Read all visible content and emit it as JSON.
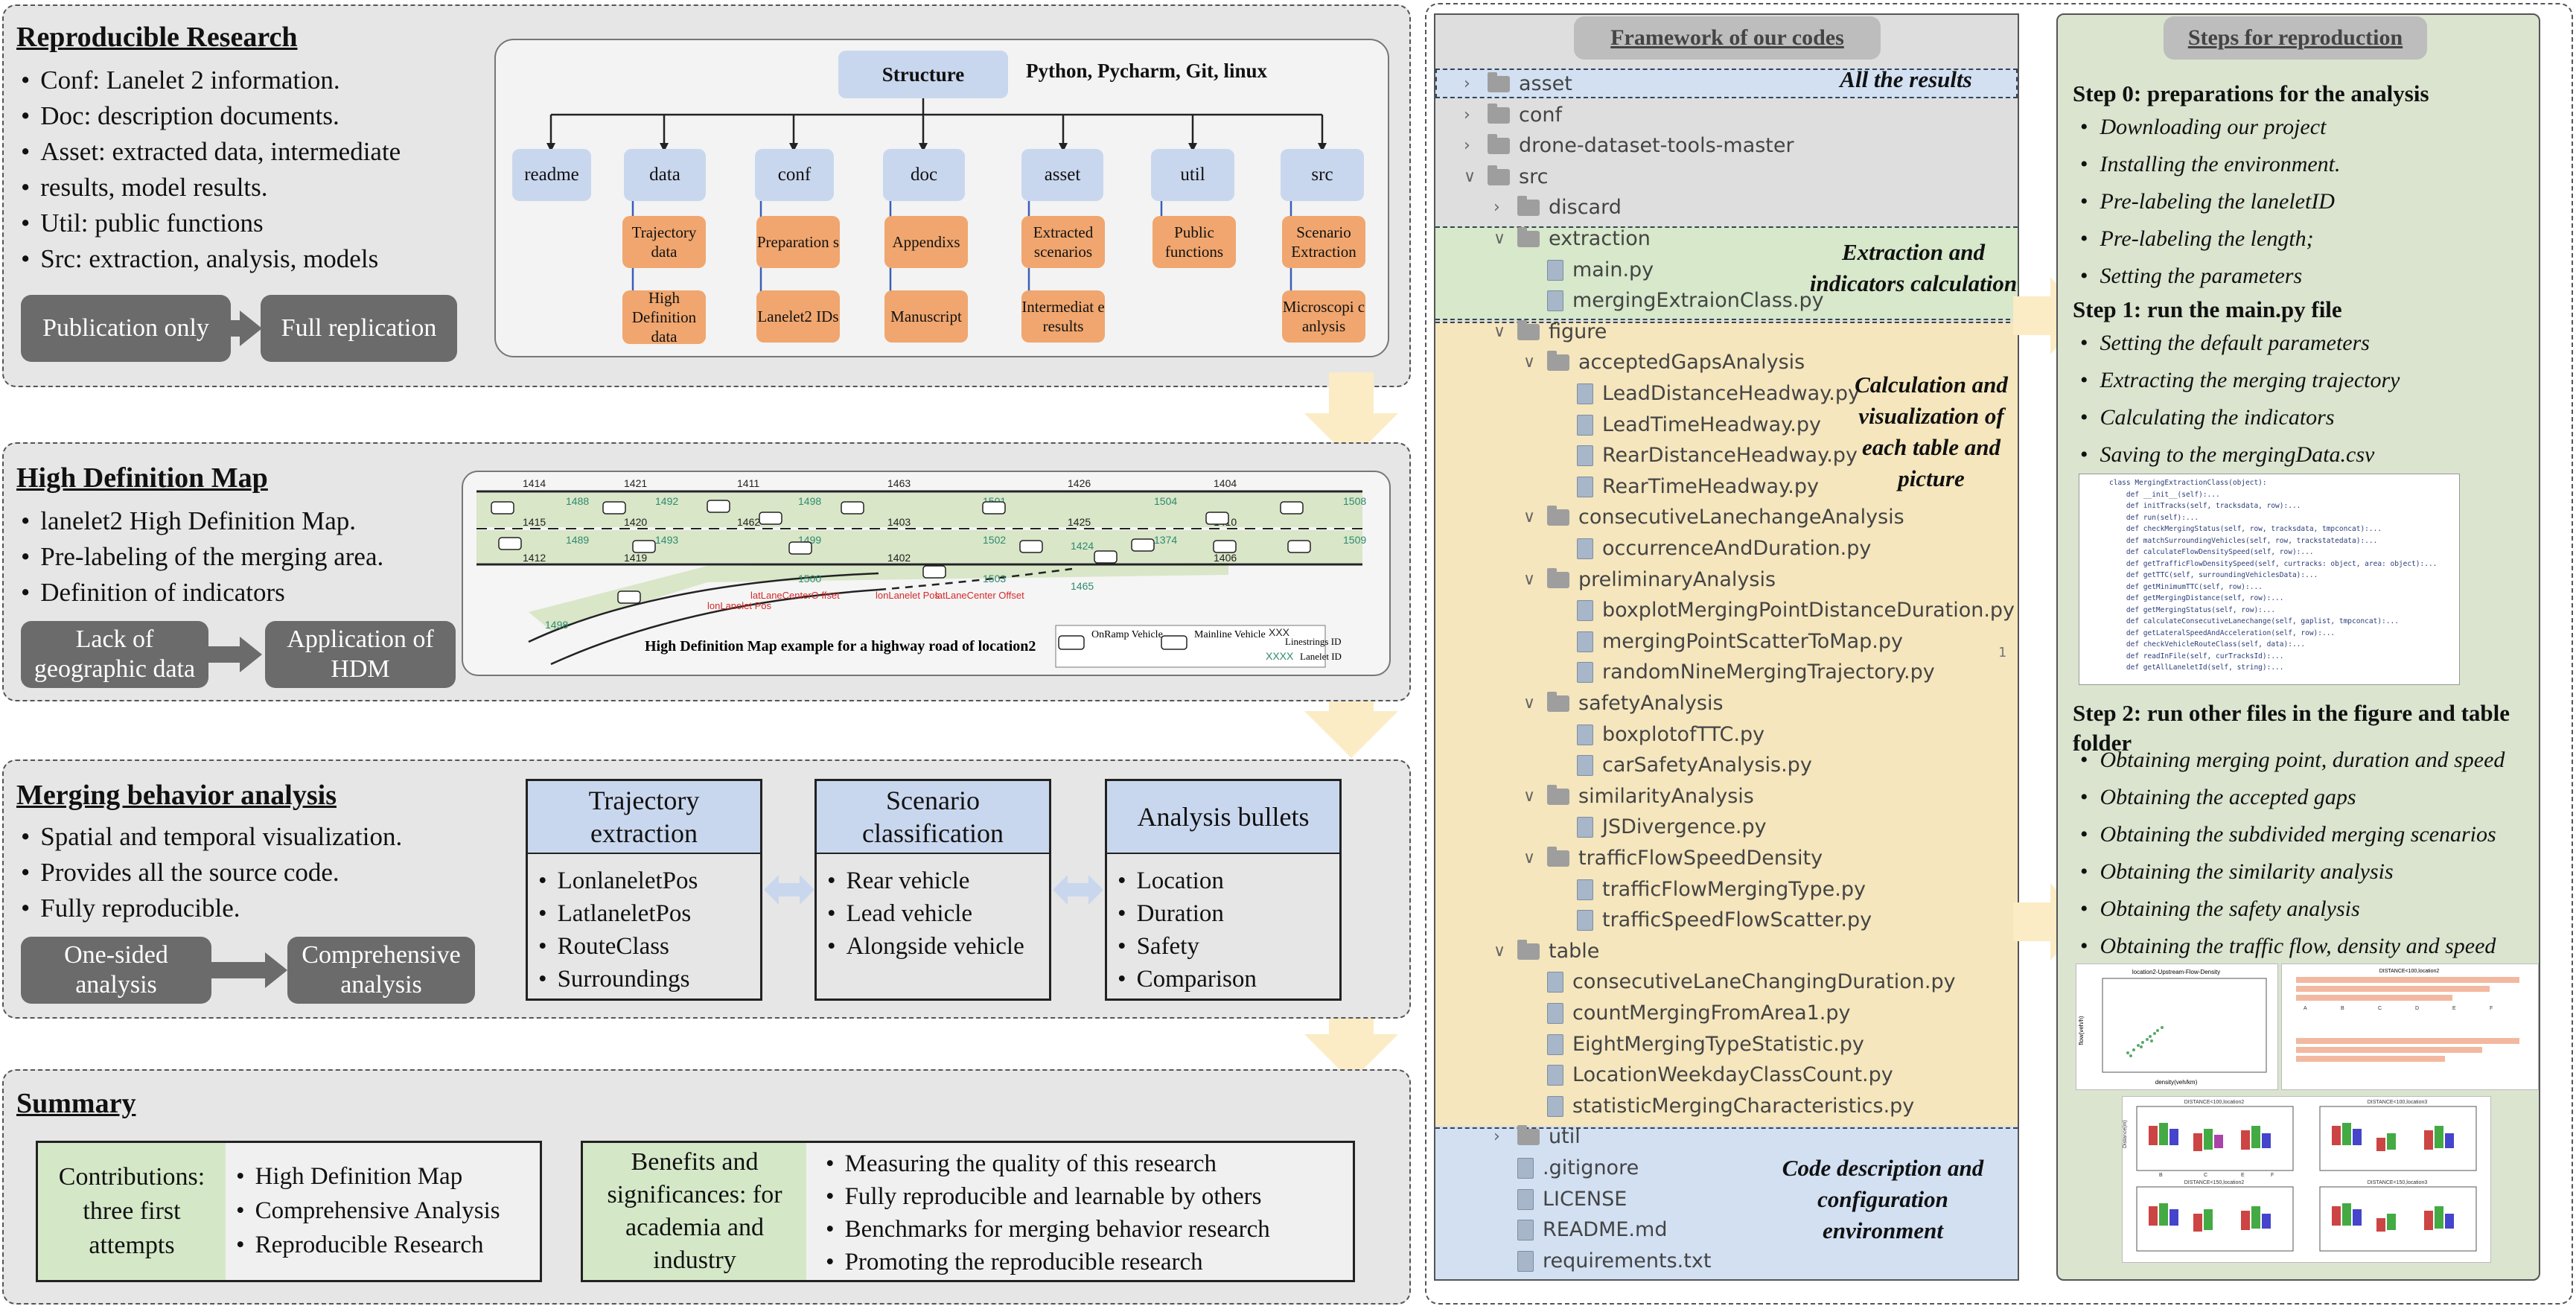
{
  "reproducible": {
    "title": "Reproducible Research",
    "bullets": [
      "Conf: Lanelet 2 information.",
      "Doc: description documents.",
      "Asset: extracted data, intermediate",
      "results, model results.",
      "Util: public functions",
      "Src: extraction, analysis, models"
    ],
    "btn_left": "Publication only",
    "btn_right": "Full replication",
    "structure": {
      "root": "Structure",
      "tools": "Python, Pycharm, Git, linux",
      "folders": [
        "readme",
        "data",
        "conf",
        "doc",
        "asset",
        "util",
        "src"
      ],
      "data_items": [
        "Trajectory data",
        "High Definition data"
      ],
      "conf_items": [
        "Preparation s",
        "Lanelet2 IDs"
      ],
      "doc_items": [
        "Appendixs",
        "Manuscript"
      ],
      "asset_items": [
        "Extracted scenarios",
        "Intermediat e results"
      ],
      "util_items": [
        "Public functions"
      ],
      "src_items": [
        "Scenario Extraction",
        "Microscopi c anlysis"
      ]
    }
  },
  "hdm": {
    "title": "High Definition Map",
    "bullets": [
      "lanelet2 High Definition Map.",
      "Pre-labeling of the merging area.",
      "Definition of indicators"
    ],
    "btn_left": "Lack of geographic data",
    "btn_right": "Application of HDM",
    "caption": "High Definition Map example for a highway road of location2",
    "legend_onramp": "OnRamp Vehicle",
    "legend_mainline": "Mainline Vehicle",
    "legend_linestrings": "Linestrings ID",
    "legend_lanelet": "Lanelet ID",
    "legend_xxx": "XXX",
    "legend_xxxx": "XXXX",
    "top_ids": [
      "1414",
      "1421",
      "1411",
      "1463",
      "1426",
      "1404"
    ],
    "lanelet_ids_top": [
      "1488",
      "1492",
      "1498",
      "1501",
      "1504",
      "1508"
    ],
    "mid_ids": [
      "1415",
      "1420",
      "1462",
      "1403",
      "1425",
      "1410"
    ],
    "lanelet_ids_mid": [
      "1489",
      "1493",
      "1499",
      "1502",
      "1374",
      "1509"
    ],
    "bottom_ids": [
      "1412",
      "1419",
      "1402",
      "1406"
    ],
    "ramp_ids": [
      "1498",
      "1500",
      "1503",
      "1465",
      "1424"
    ],
    "red_labels": [
      "lonLanelet Pos",
      "latLaneCenterO ffset",
      "lonLanelet Pos",
      "latLaneCenter Offset"
    ]
  },
  "merging": {
    "title": "Merging behavior analysis",
    "bullets": [
      "Spatial and temporal visualization.",
      "Provides all the source code.",
      "Fully reproducible."
    ],
    "btn_left": "One-sided analysis",
    "btn_right": "Comprehensive analysis",
    "box1": {
      "title": "Trajectory extraction",
      "items": [
        "LonlaneletPos",
        "LatlaneletPos",
        "RouteClass",
        "Surroundings"
      ]
    },
    "box2": {
      "title": "Scenario classification",
      "items": [
        "Rear vehicle",
        "Lead vehicle",
        "Alongside vehicle"
      ]
    },
    "box3": {
      "title": "Analysis bullets",
      "items": [
        "Location",
        "Duration",
        "Safety",
        "Comparison"
      ]
    }
  },
  "summary": {
    "title": "Summary",
    "contrib_label": "Contributions: three first attempts",
    "contrib_items": [
      "High Definition Map",
      "Comprehensive Analysis",
      "Reproducible Research"
    ],
    "benefit_label": "Benefits and significances: for academia and industry",
    "benefit_items": [
      "Measuring the quality of this research",
      "Fully reproducible and learnable by others",
      "Benchmarks for merging behavior research",
      "Promoting the reproducible research"
    ]
  },
  "framework": {
    "title": "Framework of our codes",
    "annot_results": "All the results",
    "annot_extraction": "Extraction and indicators calculation",
    "annot_calc": "Calculation and visualization of each table and picture",
    "annot_code": "Code description and configuration environment",
    "line_number": "1",
    "rows": [
      {
        "label": "asset",
        "kind": "folder",
        "chev": ">",
        "indent": 0
      },
      {
        "label": "conf",
        "kind": "folder",
        "chev": ">",
        "indent": 0
      },
      {
        "label": "drone-dataset-tools-master",
        "kind": "folder",
        "chev": ">",
        "indent": 0
      },
      {
        "label": "src",
        "kind": "folder",
        "chev": "v",
        "indent": 0
      },
      {
        "label": "discard",
        "kind": "folder",
        "chev": ">",
        "indent": 1
      },
      {
        "label": "extraction",
        "kind": "folder",
        "chev": "v",
        "indent": 1
      },
      {
        "label": "main.py",
        "kind": "file",
        "chev": "",
        "indent": 2
      },
      {
        "label": "mergingExtraionClass.py",
        "kind": "file",
        "chev": "",
        "indent": 2
      },
      {
        "label": "figure",
        "kind": "folder",
        "chev": "v",
        "indent": 1
      },
      {
        "label": "acceptedGapsAnalysis",
        "kind": "folder",
        "chev": "v",
        "indent": 2
      },
      {
        "label": "LeadDistanceHeadway.py",
        "kind": "file",
        "chev": "",
        "indent": 3
      },
      {
        "label": "LeadTimeHeadway.py",
        "kind": "file",
        "chev": "",
        "indent": 3
      },
      {
        "label": "RearDistanceHeadway.py",
        "kind": "file",
        "chev": "",
        "indent": 3
      },
      {
        "label": "RearTimeHeadway.py",
        "kind": "file",
        "chev": "",
        "indent": 3
      },
      {
        "label": "consecutiveLanechangeAnalysis",
        "kind": "folder",
        "chev": "v",
        "indent": 2
      },
      {
        "label": "occurrenceAndDuration.py",
        "kind": "file",
        "chev": "",
        "indent": 3
      },
      {
        "label": "preliminaryAnalysis",
        "kind": "folder",
        "chev": "v",
        "indent": 2
      },
      {
        "label": "boxplotMergingPointDistanceDuration.py",
        "kind": "file",
        "chev": "",
        "indent": 3
      },
      {
        "label": "mergingPointScatterToMap.py",
        "kind": "file",
        "chev": "",
        "indent": 3
      },
      {
        "label": "randomNineMergingTrajectory.py",
        "kind": "file",
        "chev": "",
        "indent": 3
      },
      {
        "label": "safetyAnalysis",
        "kind": "folder",
        "chev": "v",
        "indent": 2
      },
      {
        "label": "boxplotofTTC.py",
        "kind": "file",
        "chev": "",
        "indent": 3
      },
      {
        "label": "carSafetyAnalysis.py",
        "kind": "file",
        "chev": "",
        "indent": 3
      },
      {
        "label": "similarityAnalysis",
        "kind": "folder",
        "chev": "v",
        "indent": 2
      },
      {
        "label": "JSDivergence.py",
        "kind": "file",
        "chev": "",
        "indent": 3
      },
      {
        "label": "trafficFlowSpeedDensity",
        "kind": "folder",
        "chev": "v",
        "indent": 2
      },
      {
        "label": "trafficFlowMergingType.py",
        "kind": "file",
        "chev": "",
        "indent": 3
      },
      {
        "label": "trafficSpeedFlowScatter.py",
        "kind": "file",
        "chev": "",
        "indent": 3
      },
      {
        "label": "table",
        "kind": "folder",
        "chev": "v",
        "indent": 1
      },
      {
        "label": "consecutiveLaneChangingDuration.py",
        "kind": "file",
        "chev": "",
        "indent": 2
      },
      {
        "label": "countMergingFromArea1.py",
        "kind": "file",
        "chev": "",
        "indent": 2
      },
      {
        "label": "EightMergingTypeStatistic.py",
        "kind": "file",
        "chev": "",
        "indent": 2
      },
      {
        "label": "LocationWeekdayClassCount.py",
        "kind": "file",
        "chev": "",
        "indent": 2
      },
      {
        "label": "statisticMergingCharacteristics.py",
        "kind": "file",
        "chev": "",
        "indent": 2
      },
      {
        "label": "util",
        "kind": "folder",
        "chev": ">",
        "indent": 1
      },
      {
        "label": ".gitignore",
        "kind": "file",
        "chev": "",
        "indent": 1
      },
      {
        "label": "LICENSE",
        "kind": "file",
        "chev": "",
        "indent": 1
      },
      {
        "label": "README.md",
        "kind": "file",
        "chev": "",
        "indent": 1
      },
      {
        "label": "requirements.txt",
        "kind": "file",
        "chev": "",
        "indent": 1
      }
    ]
  },
  "steps": {
    "title": "Steps for reproduction",
    "step0": "Step 0: preparations for the analysis",
    "step0_items": [
      "Downloading our project",
      "Installing the environment.",
      "Pre-labeling the laneletID",
      "Pre-labeling the length;",
      "Setting the parameters"
    ],
    "step1": "Step 1: run the main.py file",
    "step1_items": [
      "Setting the default parameters",
      "Extracting the merging trajectory",
      "Calculating the indicators",
      "Saving to the mergingData.csv"
    ],
    "step2": "Step 2: run other files in the figure and table folder",
    "step2_items": [
      "Obtaining merging point, duration and speed",
      "Obtaining the accepted gaps",
      "Obtaining the subdivided merging scenarios",
      "Obtaining the similarity analysis",
      "Obtaining the safety analysis",
      "Obtaining the traffic flow, density and speed"
    ],
    "code_lines": [
      "class MergingExtractionClass(object):",
      "    def __init__(self):...",
      "    def initTracks(self, tracksdata, row):...",
      "    def run(self):...",
      "    def checkMergingStatus(self, row, tracksdata, tmpconcat):...",
      "    def matchSurroundingVehicles(self, row, trackstatedata):...",
      "    def calculateFlowDensitySpeed(self, row):...",
      "    def getTrafficFlowDensitySpeed(self, curtracks: object, area: object):...",
      "    def getTTC(self, surroundingVehiclesData):...",
      "    def getMinimumTTC(self, row):...",
      "    def getMergingDistance(self, row):...",
      "    def getMergingStatus(self, row):...",
      "    def calculateConsecutiveLanechange(self, gaplist, tmpconcat):...",
      "    def getLateralSpeedAndAcceleration(self, row):...",
      "    def checkVehicleRouteClass(self, data):...",
      "    def readInFile(self, curTracksId):...",
      "    def getAllLaneletId(self, string):..."
    ],
    "chart_title": "location2-Upstream-Flow-Density",
    "chart_xlabel": "density(veh/km)",
    "chart_ylabel": "flow(veh/h)",
    "table_title": "DISTANCE<100,location2",
    "table_cols": [
      "A",
      "B",
      "C",
      "D",
      "E",
      "F"
    ],
    "box_titles": [
      "DISTANCE<100,location2",
      "DISTANCE<100,location3",
      "DISTANCE<150,location2",
      "DISTANCE<150,location3"
    ],
    "box_ylabel": "Distance(m)",
    "box_cats": [
      "B",
      "C",
      "E",
      "F"
    ]
  },
  "colors": {
    "section_bg": "#e6e6e6",
    "node_blue": "#c9d7ee",
    "node_orange": "#f0a66e",
    "button_gray": "#6b6b6b",
    "arrow_yellow": "#fbecc5",
    "green_label": "#d4e8c8",
    "framework_bg": "#dedede",
    "steps_bg": "#dbe4cf"
  }
}
